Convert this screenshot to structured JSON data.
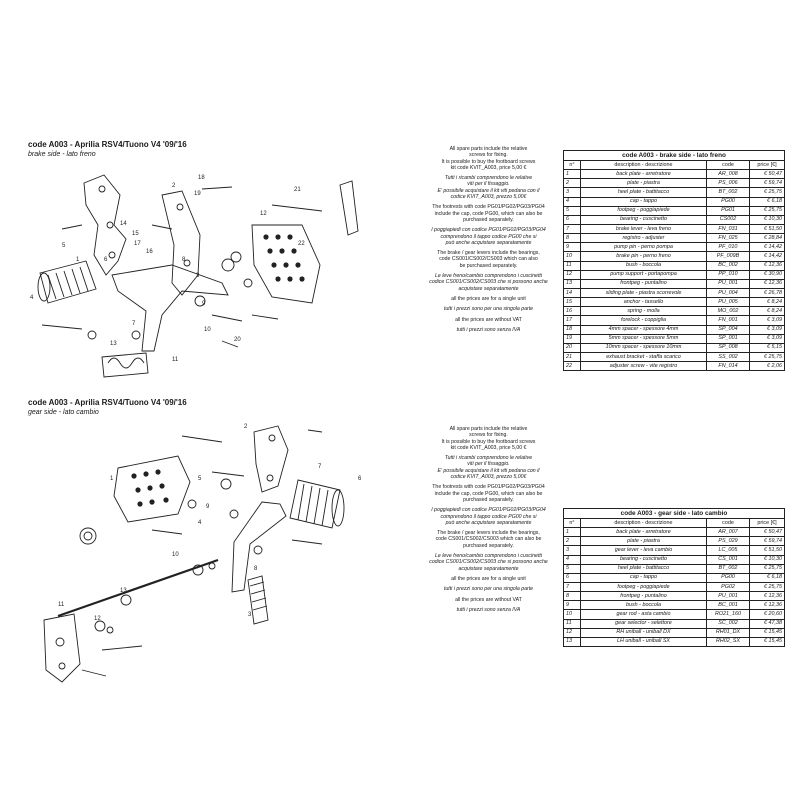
{
  "brake": {
    "title": "code A003 - Aprilia RSV4/Tuono V4 '09/'16",
    "subtitle": "brake side - lato freno",
    "callouts": [
      "1",
      "2",
      "3",
      "4",
      "5",
      "6",
      "7",
      "8",
      "9",
      "10",
      "11",
      "12",
      "13",
      "14",
      "15",
      "16",
      "17",
      "18",
      "19",
      "20",
      "21",
      "22"
    ],
    "notes": [
      [
        "All spare parts include the relative",
        "screws for fixing.",
        "It is possible to buy the footboard screws",
        "kit code KVIT_A003, price 5,00 €"
      ],
      [
        "Tutti i ricambi comprendono le relative",
        "viti per il fissaggio.",
        "E' possibile acquistare il kit viti pedana con il",
        "codice KVIT_A003, prezzo 5,00€"
      ],
      [
        "The footrests with code PG01/PG02/PG03/PG04",
        "include the cap, code PG00, which can also be",
        "purchased separately."
      ],
      [
        "I poggiapiedi con codice PG01/PG02/PG03/PG04",
        "comprendono il tappo codice PG00 che si",
        "può anche acquistare separatamente"
      ],
      [
        "The brake / gear levers include the bearings,",
        "code CS001/CS002/CS003 which can also",
        "be purchased separately."
      ],
      [
        "Le leve freno/cambio comprendono i cuscinetti",
        "codice CS001/CS002/CS003 che si possono anche",
        "acquistare separatamente"
      ],
      [
        "all the prices are for a single unit"
      ],
      [
        "tutti i prezzi sono per una singola parte"
      ],
      [
        "all the prices are without VAT"
      ],
      [
        "tutti i prezzi sono senza IVA"
      ]
    ],
    "table": {
      "caption": "code A003 - brake side - lato freno",
      "headers": [
        "n°",
        "description - descrizione",
        "code",
        "price [€]"
      ],
      "rows": [
        [
          "1",
          "back plate - arretratore",
          "AR_008",
          "€ 50,47"
        ],
        [
          "2",
          "plate - piastra",
          "PS_006",
          "€ 59,74"
        ],
        [
          "3",
          "heel plate - battitacco",
          "BT_002",
          "€ 25,75"
        ],
        [
          "4",
          "cap - tappo",
          "PG00",
          "€ 6,18"
        ],
        [
          "5",
          "footpeg - poggiapiede",
          "PG01",
          "€ 25,75"
        ],
        [
          "6",
          "bearing - cuscinetto",
          "CS002",
          "€ 10,30"
        ],
        [
          "7",
          "brake lever - leva freno",
          "FN_031",
          "€ 51,50"
        ],
        [
          "8",
          "registro - adjuster",
          "FN_025",
          "€ 28,84"
        ],
        [
          "9",
          "pump pin - perno pompa",
          "PF_010",
          "€ 14,42"
        ],
        [
          "10",
          "brake pin - perno freno",
          "PF_009B",
          "€ 14,42"
        ],
        [
          "11",
          "bush - boccola",
          "BC_002",
          "€ 12,36"
        ],
        [
          "12",
          "pump support - portapompa",
          "PP_010",
          "€ 30,90"
        ],
        [
          "13",
          "frontpeg - puntalino",
          "PU_001",
          "€ 12,36"
        ],
        [
          "14",
          "sliding plate - piastra scorrevole",
          "PU_004",
          "€ 26,78"
        ],
        [
          "15",
          "anchor - tassello",
          "PU_005",
          "€ 8,24"
        ],
        [
          "16",
          "spring - molla",
          "MO_002",
          "€ 8,24"
        ],
        [
          "17",
          "forelock - coppiglia",
          "FN_001",
          "€ 3,09"
        ],
        [
          "18",
          "4mm spacer - spessore 4mm",
          "SP_004",
          "€ 3,09"
        ],
        [
          "19",
          "5mm spacer - spessore 5mm",
          "SP_001",
          "€ 3,09"
        ],
        [
          "20",
          "10mm spacer - spessore 10mm",
          "SP_008",
          "€ 5,15"
        ],
        [
          "21",
          "exhaust bracket - staffa scarico",
          "SS_002",
          "€ 25,75"
        ],
        [
          "22",
          "adjuster screw - vite registro",
          "FN_014",
          "€ 2,06"
        ]
      ]
    }
  },
  "gear": {
    "title": "code A003 - Aprilia RSV4/Tuono V4 '09/'16",
    "subtitle": "gear side - lato cambio",
    "callouts": [
      "1",
      "2",
      "3",
      "4",
      "5",
      "6",
      "7",
      "8",
      "9",
      "10",
      "11",
      "12",
      "13"
    ],
    "notes": [
      [
        "All spare parts include the relative",
        "screws for fixing.",
        "It is possible to buy the footboard screws",
        "kit code KVIT_A003, price 5,00 €"
      ],
      [
        "Tutti i ricambi comprendono le relative",
        "viti per il fissaggio.",
        "E' possibile acquistare il kit viti pedana con il",
        "codice KVIT_A003, prezzo 5,00€"
      ],
      [
        "The footrests with code PG01/PG02/PG03/PG04",
        "include the cap, code PG00, which can also be",
        "purchased separately."
      ],
      [
        "I poggiapiedi con codice PG01/PG02/PG03/PG04",
        "comprendono il tappo codice PG00 che si",
        "può anche acquistare separatamente"
      ],
      [
        "The brake / gear levers include the bearings,",
        "code CS001/CS002/CS003 which can also be",
        "purchased separately."
      ],
      [
        "Le leve freno/cambio comprendono i cuscinetti",
        "codice CS001/CS002/CS003 che si possono anche",
        "acquistare separatamente"
      ],
      [
        "all the prices are for a single unit"
      ],
      [
        "tutti i prezzi sono per una singola parte"
      ],
      [
        "all the prices are without VAT"
      ],
      [
        "tutti i prezzi sono senza IVA"
      ]
    ],
    "table": {
      "caption": "code A003 - gear side - lato cambio",
      "headers": [
        "n°",
        "description - descrizione",
        "code",
        "price [€]"
      ],
      "rows": [
        [
          "1",
          "back plate - arretratore",
          "AR_007",
          "€ 50,47"
        ],
        [
          "2",
          "plate - piastra",
          "PS_029",
          "€ 59,74"
        ],
        [
          "3",
          "gear lever - leva cambio",
          "LC_005",
          "€ 51,50"
        ],
        [
          "4",
          "bearing - cuscinetto",
          "CS_001",
          "€ 10,30"
        ],
        [
          "5",
          "heel plate - battitacco",
          "BT_002",
          "€ 25,75"
        ],
        [
          "6",
          "cap - tappo",
          "PG00",
          "€ 6,18"
        ],
        [
          "7",
          "footpeg - poggiapiede",
          "PG02",
          "€ 25,75"
        ],
        [
          "8",
          "frontpeg - puntalino",
          "PU_001",
          "€ 12,36"
        ],
        [
          "9",
          "bush - boccola",
          "BC_001",
          "€ 12,36"
        ],
        [
          "10",
          "gear rod - asta cambio",
          "RO21_160",
          "€ 20,60"
        ],
        [
          "11",
          "gear selector - selettore",
          "SC_002",
          "€ 47,38"
        ],
        [
          "12",
          "RH uniball - uniball DX",
          "RH01_DX",
          "€ 15,45"
        ],
        [
          "13",
          "LH uniball - uniball SX",
          "RH02_SX",
          "€ 15,45"
        ]
      ]
    }
  }
}
